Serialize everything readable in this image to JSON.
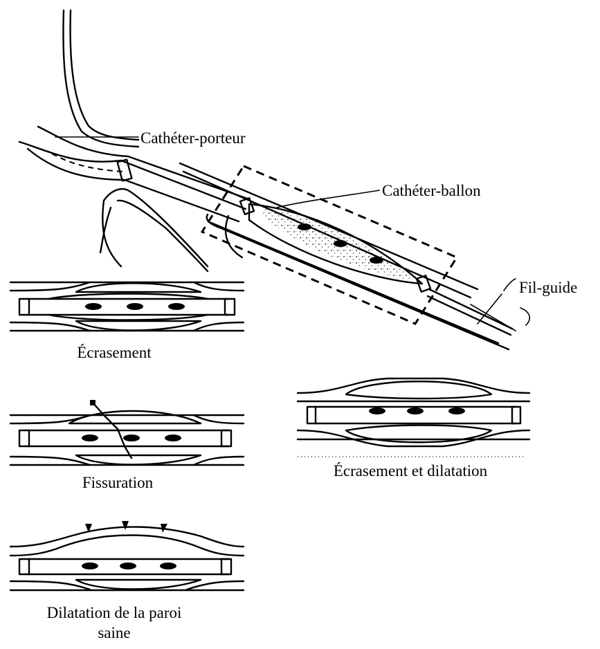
{
  "labels": {
    "carrier_catheter": "Cathéter-porteur",
    "balloon_catheter": "Cathéter-ballon",
    "guide_wire": "Fil-guide"
  },
  "panels": {
    "crushing": "Écrasement",
    "fissuring": "Fissuration",
    "crushing_dilation": "Écrasement et dilatation",
    "healthy_wall_line1": "Dilatation de la paroi",
    "healthy_wall_line2": "saine"
  }
}
